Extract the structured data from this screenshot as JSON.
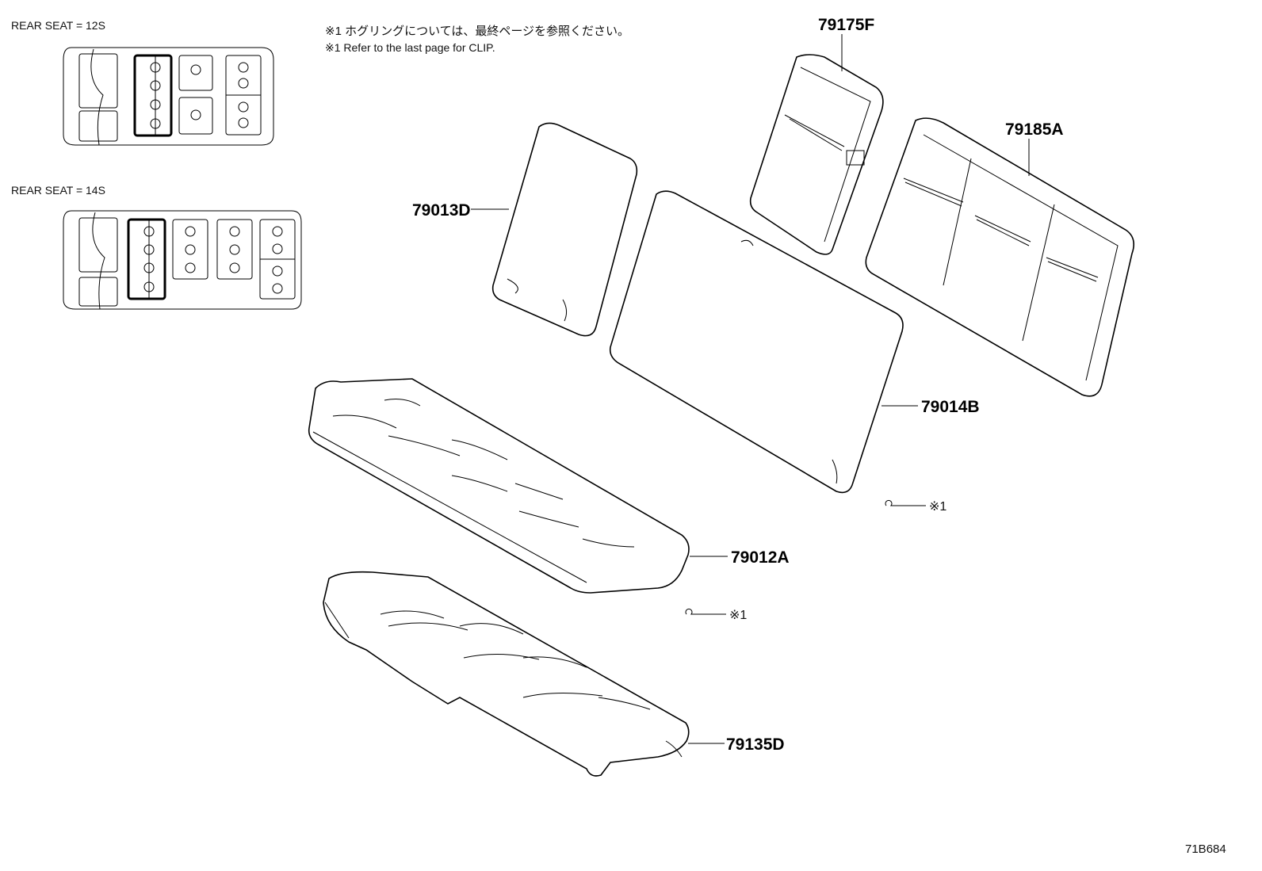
{
  "inset_12s": {
    "label": "REAR SEAT = 12S"
  },
  "inset_14s": {
    "label": "REAR SEAT = 14S"
  },
  "notes": {
    "jp": "※1 ホグリングについては、最終ページを参照ください。",
    "en": "※1 Refer to the last page for CLIP."
  },
  "parts": {
    "p79175F": "79175F",
    "p79185A": "79185A",
    "p79013D": "79013D",
    "p79014B": "79014B",
    "p79012A": "79012A",
    "p79135D": "79135D"
  },
  "clip_refs": {
    "clip_a": "※1",
    "clip_b": "※1"
  },
  "figure_id": "71B684"
}
